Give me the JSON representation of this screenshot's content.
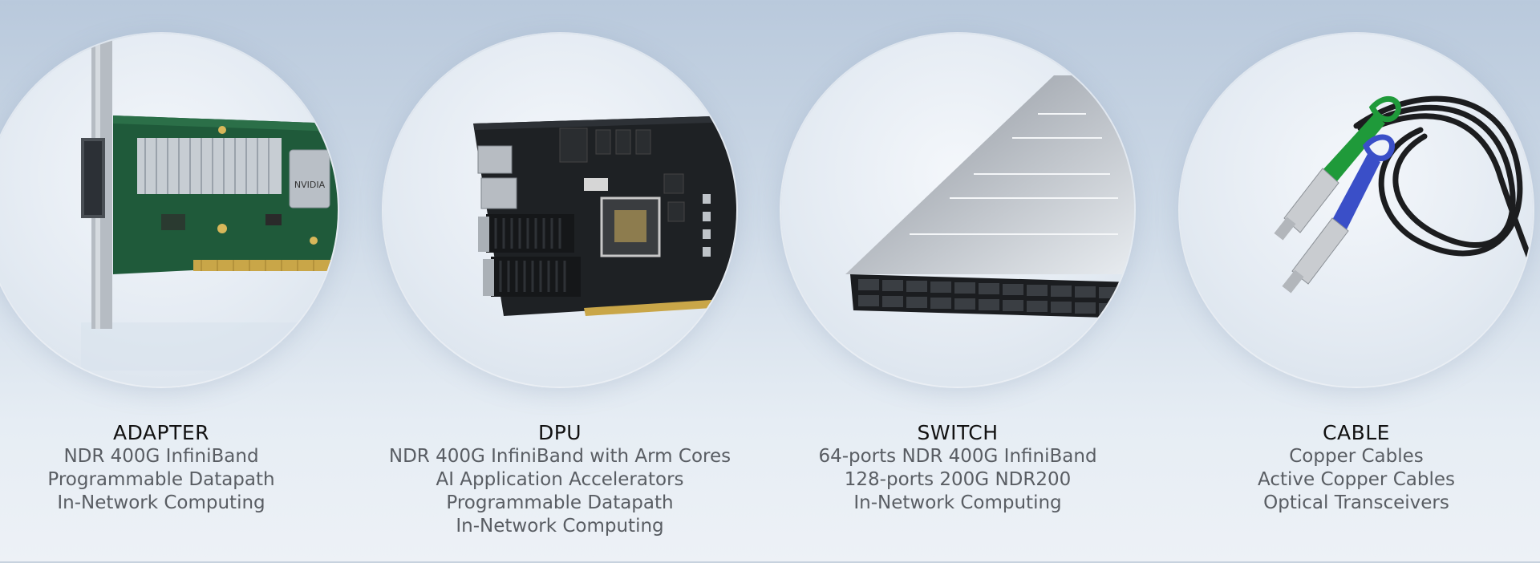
{
  "products": [
    {
      "title": "ADAPTER",
      "lines": [
        "NDR 400G InfiniBand",
        "Programmable Datapath",
        "In-Network Computing"
      ],
      "image_icon": "network-adapter-card-image",
      "image_logo_text": "NVIDIA"
    },
    {
      "title": "DPU",
      "lines": [
        "NDR 400G InfiniBand with Arm Cores",
        "AI Application Accelerators",
        "Programmable Datapath",
        "In-Network Computing"
      ],
      "image_icon": "dpu-card-image"
    },
    {
      "title": "SWITCH",
      "lines": [
        "64-ports NDR 400G InfiniBand",
        "128-ports 200G NDR200",
        "In-Network Computing"
      ],
      "image_icon": "switch-chassis-image"
    },
    {
      "title": "CABLE",
      "lines": [
        "Copper Cables",
        "Active Copper Cables",
        "Optical Transceivers"
      ],
      "image_icon": "cable-image"
    }
  ],
  "colors": {
    "title": "#111111",
    "body_text": "#595d63",
    "pcb_green": "#1f5a3a",
    "green_pull_tab": "#1f9a3a",
    "blue_pull_tab": "#3a4fc8"
  }
}
